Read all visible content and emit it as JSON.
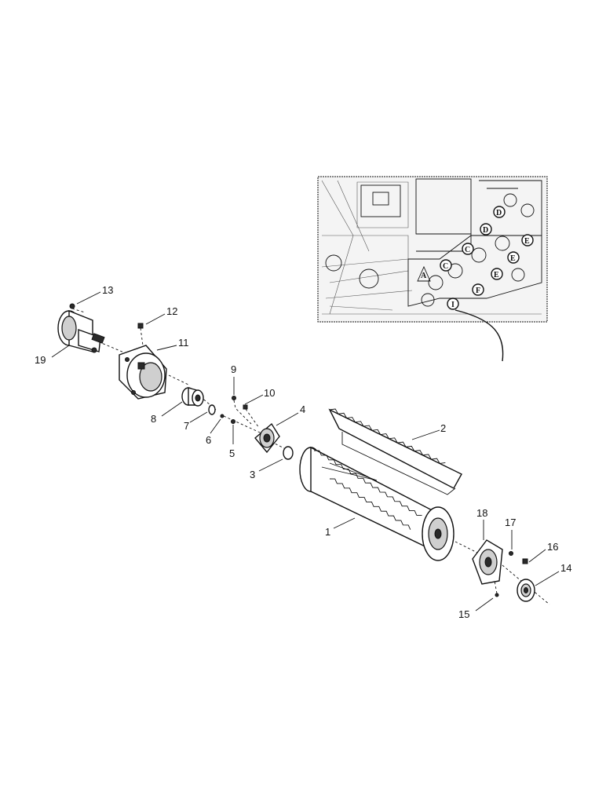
{
  "callouts": [
    {
      "id": "1",
      "label": "1"
    },
    {
      "id": "2",
      "label": "2"
    },
    {
      "id": "3",
      "label": "3"
    },
    {
      "id": "4",
      "label": "4"
    },
    {
      "id": "5",
      "label": "5"
    },
    {
      "id": "6",
      "label": "6"
    },
    {
      "id": "7",
      "label": "7"
    },
    {
      "id": "8",
      "label": "8"
    },
    {
      "id": "9",
      "label": "9"
    },
    {
      "id": "10",
      "label": "10"
    },
    {
      "id": "11",
      "label": "11"
    },
    {
      "id": "12",
      "label": "12"
    },
    {
      "id": "13",
      "label": "13"
    },
    {
      "id": "14",
      "label": "14"
    },
    {
      "id": "15",
      "label": "15"
    },
    {
      "id": "16",
      "label": "16"
    },
    {
      "id": "17",
      "label": "17"
    },
    {
      "id": "18",
      "label": "18"
    },
    {
      "id": "19",
      "label": "19"
    }
  ],
  "inset": {
    "letters": [
      "A",
      "C",
      "C",
      "D",
      "D",
      "E",
      "E",
      "E",
      "F",
      "I"
    ]
  }
}
